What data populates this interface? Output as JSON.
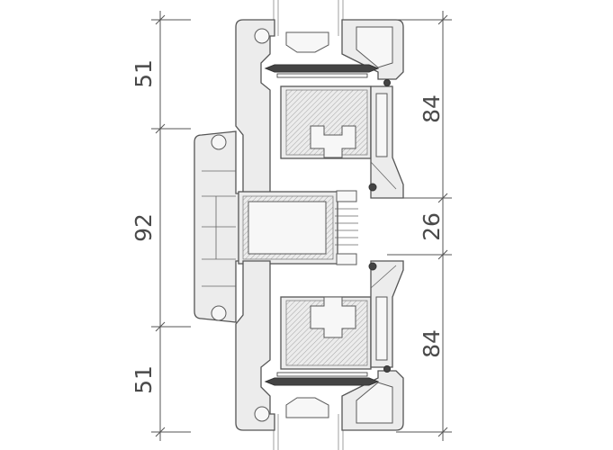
{
  "dimensions": {
    "left": [
      "51",
      "92",
      "51"
    ],
    "right": [
      "84",
      "26",
      "84"
    ]
  },
  "colors": {
    "line": "#555555",
    "profile_fill": "#ececec",
    "gasket": "#444444",
    "text": "#4a4a4a"
  }
}
